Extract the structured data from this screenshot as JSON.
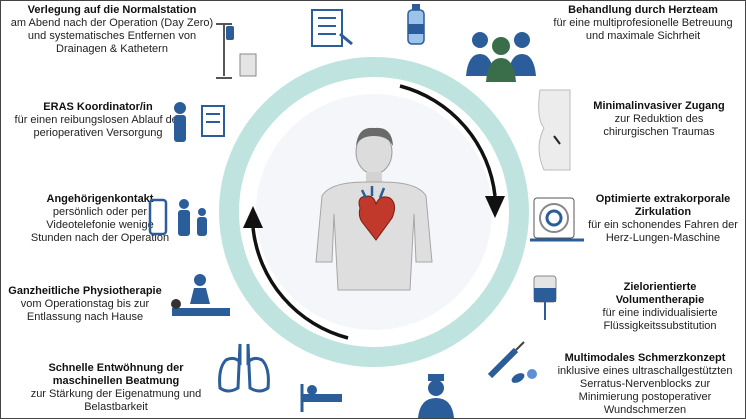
{
  "colors": {
    "ring": "#bfe3df",
    "arrow": "#111111",
    "icon": "#2b5d9a",
    "skin": "#dcdcdc",
    "heart": "#c0392b"
  },
  "items": {
    "normalstation": {
      "title": "Verlegung auf die Normalstation",
      "desc": "am Abend nach der Operation (Day Zero) und systematisches Entfernen von Drainagen & Kathetern"
    },
    "eras": {
      "title": "ERAS Koordinator/in",
      "desc": "für einen reibungslosen Ablauf der perioperativen Versorgung"
    },
    "angehoerige": {
      "title": "Angehörigenkontakt",
      "desc": "persönlich oder per Videotelefonie wenige Stunden nach der Operation"
    },
    "physio": {
      "title": "Ganzheitliche Physiotherapie",
      "desc": "vom Operationstag bis zur Entlassung nach Hause"
    },
    "beatmung": {
      "title": "Schnelle Entwöhnung der maschinellen Beatmung",
      "desc": "zur Stärkung der Eigenatmung und Belastbarkeit"
    },
    "herzteam": {
      "title": "Behandlung durch Herzteam",
      "desc": "für eine multiprofesionelle Betreuung und maximale Sichrheit"
    },
    "zugang": {
      "title": "Minimalinvasiver Zugang",
      "desc": "zur Reduktion des chirurgischen Traumas"
    },
    "zirkulation": {
      "title": "Optimierte extrakorporale Zirkulation",
      "desc": "für ein schonendes Fahren der Herz-Lungen-Maschine"
    },
    "volumen": {
      "title": "Zielorientierte Volumentherapie",
      "desc": "für eine individualisierte Flüssigkeitssubstitution"
    },
    "schmerz": {
      "title": "Multimodales Schmerzkonzept",
      "desc": "inklusive eines ultraschallgestützten Serratus-Nervenblocks zur Minimierung postoperativer Wundschmerzen"
    }
  }
}
